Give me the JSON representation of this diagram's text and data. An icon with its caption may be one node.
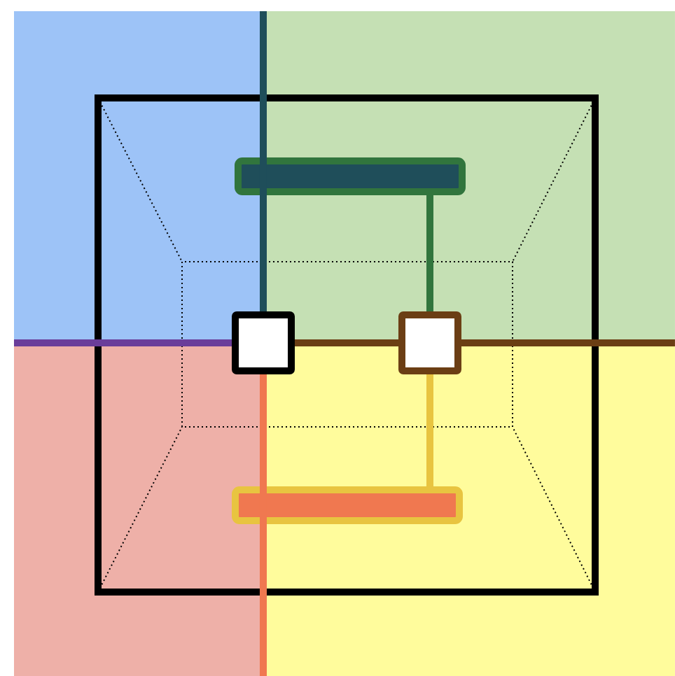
{
  "diagram": {
    "nodes": [
      {
        "text": [],
        "shape": "bar"
      },
      {
        "text": [],
        "shape": "box"
      },
      {
        "text": [],
        "shape": "box"
      },
      {
        "text": [],
        "shape": "bar"
      }
    ],
    "edges": [
      {
        "from": null,
        "to": 1,
        "arrow": "none",
        "color": "#1f4e5a"
      },
      {
        "from": null,
        "to": 1,
        "arrow": "none",
        "color": "#6a3d9a"
      },
      {
        "from": 1,
        "to": null,
        "arrow": "none",
        "color": "#f07850"
      },
      {
        "from": 1,
        "to": 2,
        "arrow": "none",
        "color": "#6b3e14"
      },
      {
        "from": 2,
        "to": null,
        "arrow": "none",
        "color": "#6b3e14"
      },
      {
        "from": 0,
        "to": 2,
        "arrow": "none",
        "color": "#31753d"
      },
      {
        "from": 2,
        "to": 3,
        "arrow": "none",
        "color": "#e8c440"
      }
    ]
  }
}
